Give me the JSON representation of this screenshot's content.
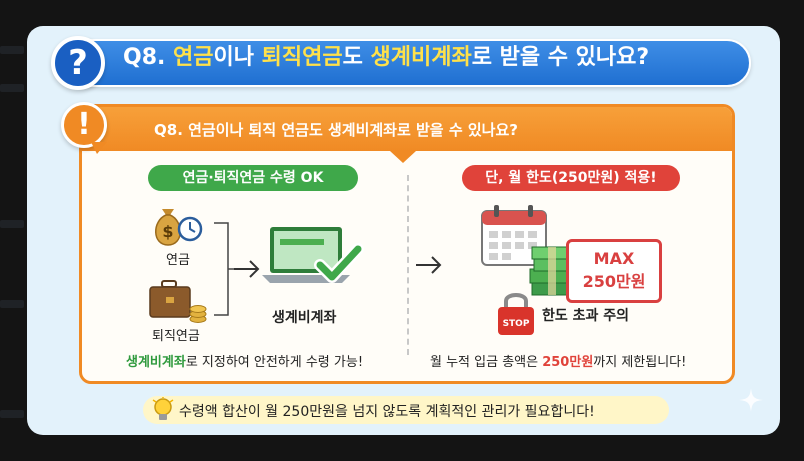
{
  "header": {
    "q_mark": "?",
    "title_parts": [
      "Q8. ",
      "연금",
      "이나 ",
      "퇴직연금",
      "도 ",
      "생계비계좌",
      "로 받을 수 있나요?"
    ]
  },
  "panel": {
    "exclamation": "!",
    "heading": "Q8. 연금이나 퇴직 연금도 생계비계좌로 받을 수 있나요?",
    "left": {
      "pill": "연금·퇴직연금 수령 OK",
      "pension_label": "연금",
      "retirement_label": "퇴직연금",
      "account_label": "생계비계좌",
      "caption_hl": "생계비계좌",
      "caption_rest": "로 지정하여 안전하게 수령 가능!"
    },
    "right": {
      "pill": "단, 월 한도(250만원) 적용!",
      "max_line1": "MAX",
      "max_line2": "250만원",
      "stop_text": "STOP",
      "warning_label": "한도 초과 주의",
      "caption_pre": "월 누적 입금 총액은 ",
      "caption_hl": "250만원",
      "caption_post": "까지 제한됩니다!"
    }
  },
  "tip": {
    "text": "수령액 합산이 월 250만원을 넘지 않도록 계획적인 관리가 필요합니다!"
  },
  "colors": {
    "banner_blue": "#1f6fd1",
    "highlight_yellow": "#ffe14a",
    "panel_orange": "#f08a24",
    "ok_green": "#3fa84a",
    "alert_red": "#e0433a",
    "card_bg": "#e3f2fb"
  },
  "icons": {
    "pension": "money-bag-clock-icon",
    "retirement": "briefcase-coins-icon",
    "account": "laptop-check-icon",
    "calendar": "calendar-icon",
    "cash": "cash-stack-icon",
    "stop": "stop-lock-icon",
    "tip": "lightbulb-icon"
  }
}
